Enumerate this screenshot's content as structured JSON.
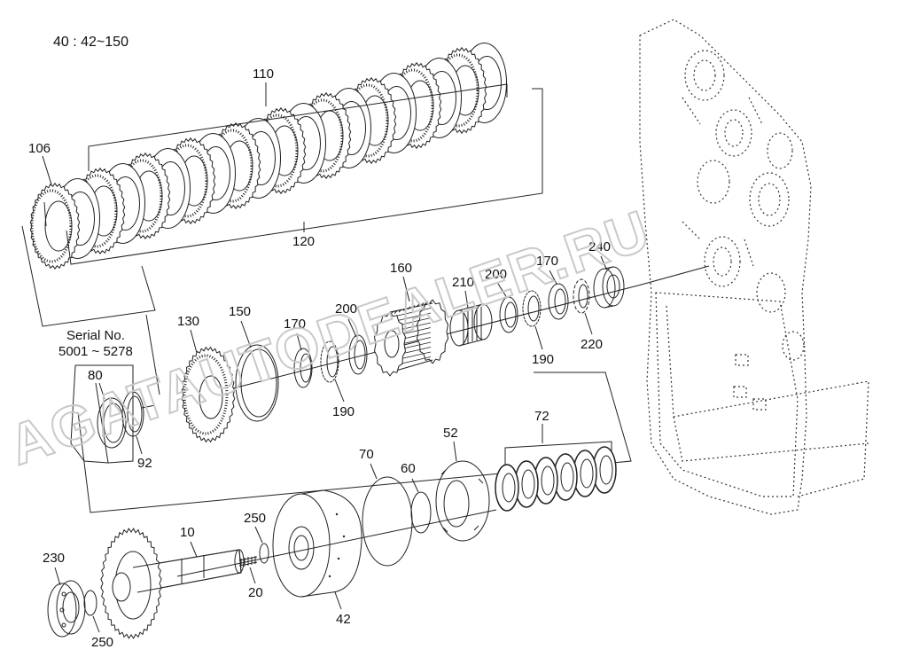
{
  "header": {
    "range_text": "40 : 42~150"
  },
  "watermark": {
    "text": "AGATAUTODEALER.RU"
  },
  "serial_box": {
    "line1": "Serial No.",
    "line2": "5001 ~ 5278"
  },
  "labels": {
    "p106": "106",
    "p110": "110",
    "p120": "120",
    "p130": "130",
    "p150": "150",
    "p170a": "170",
    "p190a": "190",
    "p200a": "200",
    "p160": "160",
    "p210": "210",
    "p200b": "200",
    "p170b": "170",
    "p240": "240",
    "p190b": "190",
    "p220": "220",
    "p80": "80",
    "p92": "92",
    "p72": "72",
    "p52": "52",
    "p70": "70",
    "p60": "60",
    "p10": "10",
    "p250a": "250",
    "p20": "20",
    "p42": "42",
    "p230": "230",
    "p250b": "250"
  },
  "colors": {
    "ink": "#111111",
    "watermark": "#c9c9c9",
    "paper": "#ffffff"
  }
}
